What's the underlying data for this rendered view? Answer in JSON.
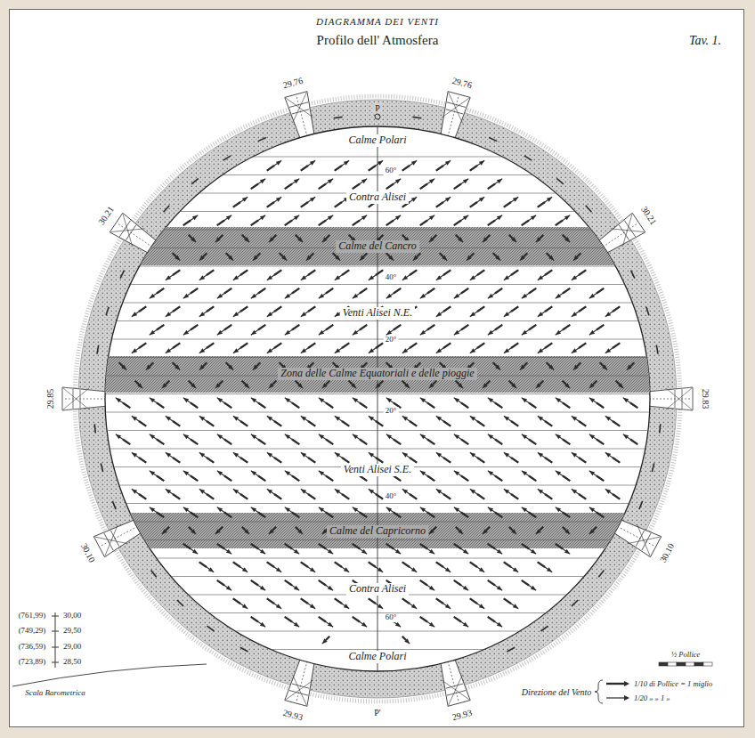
{
  "diagram": {
    "title": "DIAGRAMMA DEI VENTI",
    "nodes": [
      {
        "text": [
          "Calme Polari"
        ]
      },
      {
        "text": [
          "Contra Alisei"
        ]
      },
      {
        "text": [
          "Calme del Cancro"
        ]
      },
      {
        "text": [
          "Venti Alisei N.E."
        ]
      },
      {
        "text": [
          "Zona delle Calme Equatoriali e delle pioggie"
        ]
      },
      {
        "text": [
          "Venti Alisei S.E."
        ]
      },
      {
        "text": [
          "Calme del Capricorno"
        ]
      },
      {
        "text": [
          "Contra Alisei"
        ]
      },
      {
        "text": [
          "Calme Polari"
        ]
      }
    ],
    "labels": [
      "Profilo dell' Atmosfera",
      "Tav. 1.",
      "29.76",
      "29.76",
      "P",
      "30.21",
      "30.21",
      "60°",
      "40°",
      "20°",
      "29.85",
      "29.83",
      "20°",
      "40°",
      "30.10",
      "30.10",
      "60°",
      "29.93",
      "29.93",
      "P'",
      "(761,99)",
      "30,00",
      "(749,29)",
      "29,50",
      "(736,59)",
      "29,00",
      "(723,89)",
      "28,50",
      "Scala Barometrica",
      "½ Pollice",
      "Direzione del Vento"
    ],
    "legend": [
      {
        "text": "1/10 di Pollice = 1 miglio"
      },
      {
        "text": "1/20 » » 1 »"
      }
    ]
  }
}
